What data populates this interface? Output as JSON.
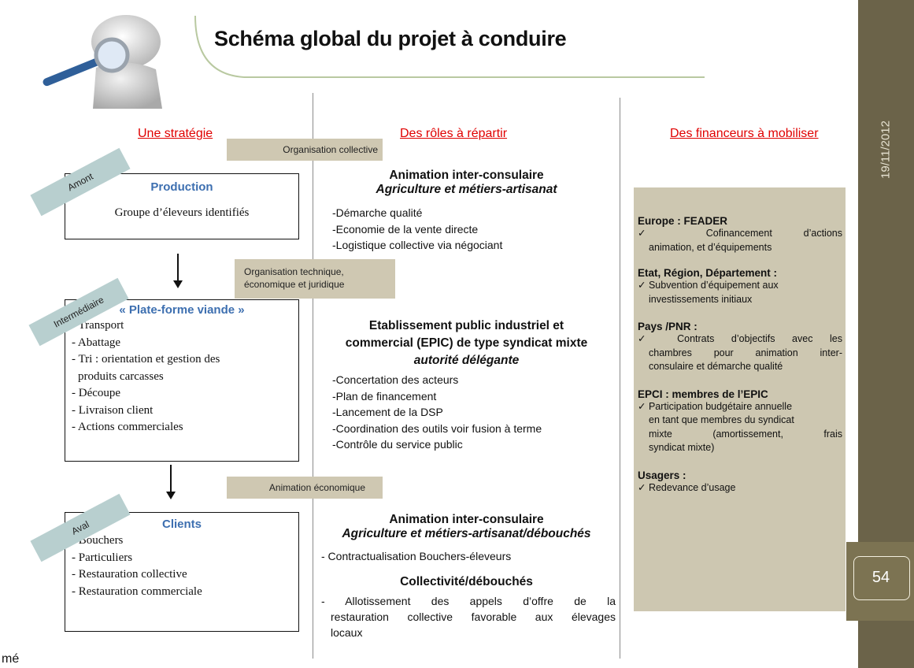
{
  "header": {
    "title": "Schéma global du projet à conduire"
  },
  "side": {
    "date": "19/11/2012",
    "page_number": "54"
  },
  "columns": {
    "strategy": "Une stratégie",
    "roles": "Des rôles à répartir",
    "financers": "Des financeurs à mobiliser"
  },
  "tags": {
    "organisation_collective": "Organisation collective",
    "organisation_technique_line1": "Organisation technique,",
    "organisation_technique_line2": "économique et juridique",
    "animation_economique": "Animation économique"
  },
  "stages": {
    "amont": "Amont",
    "intermediaire": "Intermédiaire",
    "aval": "Aval"
  },
  "boxes": {
    "production": {
      "title": "Production",
      "text": "Groupe d’éleveurs identifiés"
    },
    "plateforme": {
      "title": "« Plate-forme viande »",
      "items": [
        "- Transport",
        "- Abattage",
        "- Tri : orientation et gestion des",
        "produits carcasses",
        "- Découpe",
        "- Livraison client",
        "- Actions commerciales"
      ]
    },
    "clients": {
      "title": "Clients",
      "items": [
        "- Bouchers",
        "- Particuliers",
        "- Restauration collective",
        "- Restauration commerciale"
      ]
    }
  },
  "roles": {
    "block1": {
      "heading": "Animation inter-consulaire",
      "sub": "Agriculture et métiers-artisanat",
      "items": [
        "-Démarche qualité",
        "-Economie de la vente directe",
        "-Logistique collective via négociant"
      ]
    },
    "block2": {
      "heading_line1": "Etablissement public industriel et",
      "heading_line2": "commercial (EPIC) de type syndicat mixte",
      "sub": "autorité délégante",
      "items": [
        "-Concertation des acteurs",
        "-Plan de financement",
        "-Lancement de la DSP",
        "-Coordination des outils voir fusion à terme",
        "-Contrôle du service public"
      ]
    },
    "block3": {
      "heading": "Animation inter-consulaire",
      "sub": "Agriculture et métiers-artisanat/débouchés",
      "items": [
        "- Contractualisation Bouchers-éleveurs"
      ]
    },
    "block4": {
      "heading": "Collectivité/débouchés",
      "lines": [
        "- Allotissement des appels d’offre de la",
        "restauration collective favorable aux élevages",
        "locaux"
      ]
    }
  },
  "financers": [
    {
      "heading": "Europe : FEADER",
      "lines": [
        "✓ Cofinancement d’actions",
        "animation, et d’équipements"
      ]
    },
    {
      "heading": "Etat, Région, Département :",
      "lines": [
        "✓ Subvention d’équipement aux",
        "investissements initiaux"
      ]
    },
    {
      "heading": "Pays /PNR :",
      "lines": [
        "✓ Contrats d’objectifs avec les",
        "chambres pour animation inter-",
        "consulaire et démarche qualité"
      ]
    },
    {
      "heading": "EPCI : membres de l’EPIC",
      "lines": [
        "✓ Participation budgétaire annuelle",
        "en tant que membres du syndicat",
        "mixte (amortissement, frais",
        "syndicat mixte)"
      ]
    },
    {
      "heading": "Usagers :",
      "lines": [
        "✓ Redevance d’usage"
      ]
    }
  ],
  "footer_fragment": "mé"
}
